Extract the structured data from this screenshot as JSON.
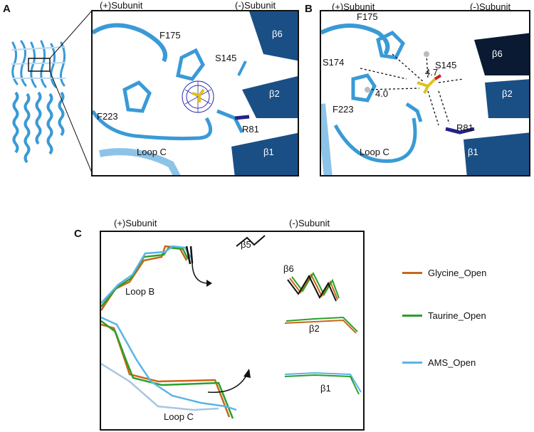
{
  "panelA": {
    "letter": "A",
    "plus_subunit": "(+)Subunit",
    "minus_subunit": "(-)Subunit",
    "labels": {
      "f175": "F175",
      "s145": "S145",
      "b6": "β6",
      "f223": "F223",
      "b2": "β2",
      "r81": "R81",
      "loopc": "Loop C",
      "b1": "β1"
    }
  },
  "panelB": {
    "letter": "B",
    "plus_subunit": "(+)Subunit",
    "minus_subunit": "(-)Subunit",
    "labels": {
      "f175": "F175",
      "s174": "S174",
      "d47": "4.7",
      "s145": "S145",
      "b6": "β6",
      "d40": "4.0",
      "b2": "β2",
      "f223": "F223",
      "r81": "R81",
      "loopc": "Loop C",
      "b1": "β1"
    }
  },
  "panelC": {
    "letter": "C",
    "plus_subunit": "(+)Subunit",
    "minus_subunit": "(-)Subunit",
    "labels": {
      "b5": "β5",
      "b6": "β6",
      "loopb": "Loop B",
      "b2": "β2",
      "b1": "β1",
      "loopc": "Loop C"
    }
  },
  "legend": [
    {
      "name": "Glycine_Open",
      "color": "#c8671a"
    },
    {
      "name": "Taurine_Open",
      "color": "#2aa02a"
    },
    {
      "name": "AMS_Open",
      "color": "#5ab4e6"
    }
  ],
  "colors": {
    "protein_blue": "#3a9ad6",
    "dark_blue": "#1a4f86",
    "ligand_yellow": "#e0c020",
    "mesh_blue": "#2a2ab0",
    "oxygen_red": "#d02020",
    "nitrogen_navy": "#22228a"
  }
}
